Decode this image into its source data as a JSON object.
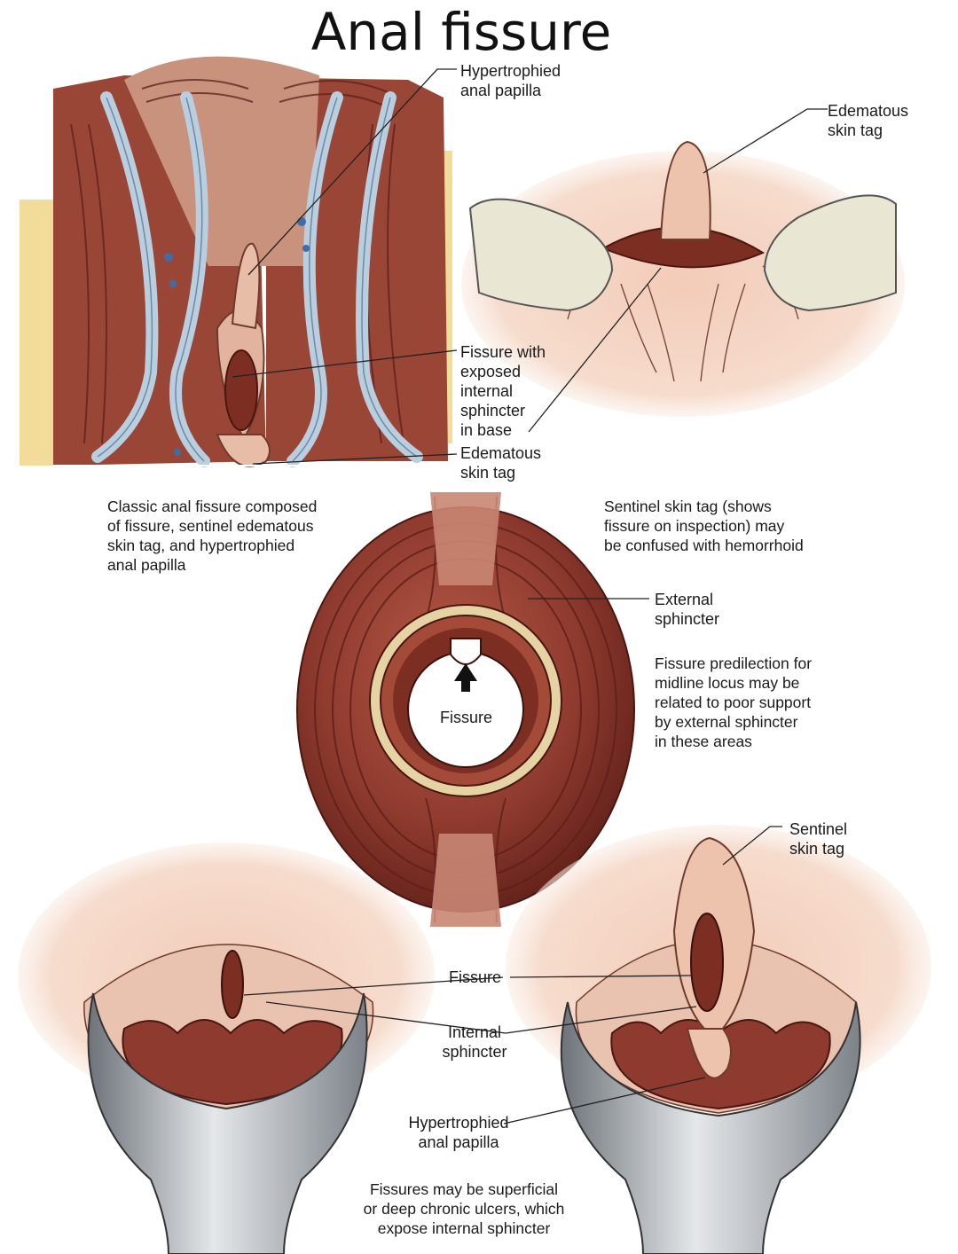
{
  "title": "Anal fissure",
  "panel_top_left": {
    "labels": {
      "hypertrophied_papilla": "Hypertrophied\nanal papilla",
      "fissure_exposed": "Fissure with\nexposed\ninternal\nsphincter\nin base",
      "edematous_tag": "Edematous\nskin tag"
    },
    "caption": "Classic anal fissure composed\nof fissure, sentinel edematous\nskin tag, and hypertrophied\nanal papilla"
  },
  "panel_top_right": {
    "labels": {
      "edematous_tag": "Edematous\nskin tag"
    },
    "caption": "Sentinel skin tag (shows\nfissure on inspection) may\nbe confused with hemorrhoid"
  },
  "panel_middle": {
    "labels": {
      "external_sphincter": "External\nsphincter",
      "fissure": "Fissure"
    },
    "caption": "Fissure predilection for\nmidline locus may be\nrelated to poor support\nby external sphincter\nin these areas"
  },
  "panel_bottom": {
    "labels": {
      "sentinel_tag": "Sentinel\nskin tag",
      "fissure": "Fissure",
      "internal_sphincter": "Internal\nsphincter",
      "hypertrophied_papilla": "Hypertrophied\nanal papilla"
    },
    "caption": "Fissures may be superficial\nor deep chronic ulcers, which\nexpose internal sphincter"
  },
  "colors": {
    "muscle": "#8e3a2e",
    "muscle_dark": "#5e1f18",
    "skin": "#e8b9a2",
    "fat": "#f1dc9a",
    "vessel": "#b9cfe0",
    "finger": "#e9e6d4",
    "speculum": "#9aa0a6"
  }
}
